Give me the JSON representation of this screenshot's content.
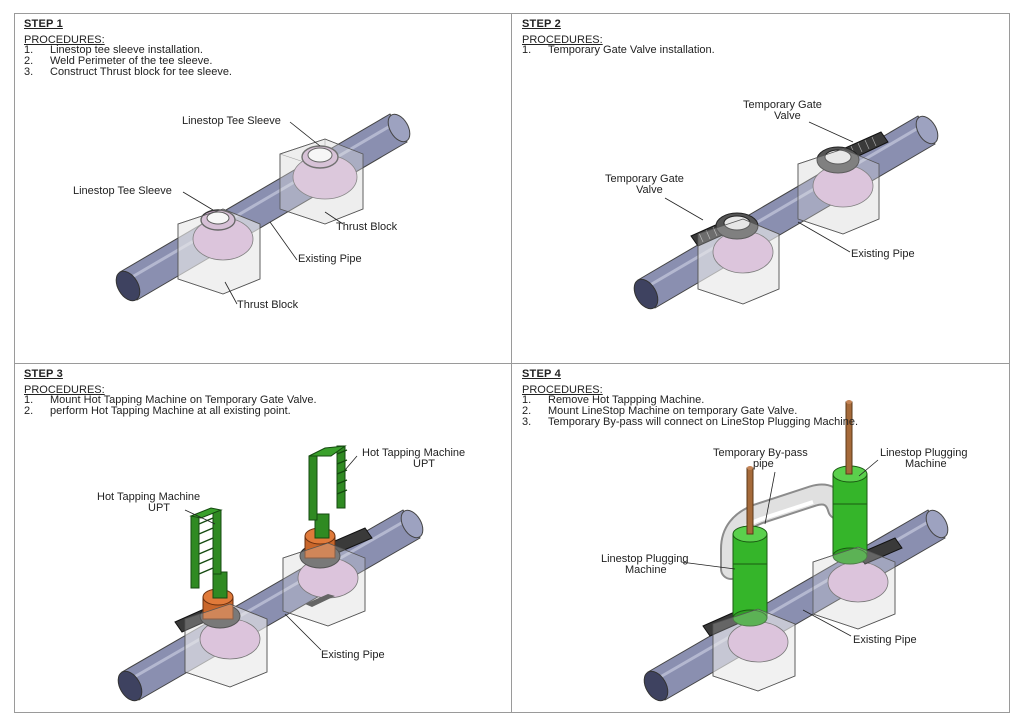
{
  "steps": [
    {
      "title": "STEP 1",
      "procedures_heading": "PROCEDURES:",
      "procedures": [
        {
          "num": "1.",
          "text": "Linestop tee sleeve installation."
        },
        {
          "num": "2.",
          "text": "Weld Perimeter of the tee sleeve."
        },
        {
          "num": "3.",
          "text": "Construct Thrust block for tee sleeve."
        }
      ],
      "labels": {
        "tee_sleeve_upper": "Linestop Tee Sleeve",
        "tee_sleeve_lower": "Linestop Tee Sleeve",
        "thrust_block_right": "Thrust Block",
        "existing_pipe": "Existing Pipe",
        "thrust_block_bottom": "Thrust Block"
      }
    },
    {
      "title": "STEP 2",
      "procedures_heading": "PROCEDURES:",
      "procedures": [
        {
          "num": "1.",
          "text": "Temporary Gate Valve installation."
        }
      ],
      "labels": {
        "gate_valve_upper_1": "Temporary Gate",
        "gate_valve_upper_2": "Valve",
        "gate_valve_lower_1": "Temporary Gate",
        "gate_valve_lower_2": "Valve",
        "existing_pipe": "Existing Pipe"
      }
    },
    {
      "title": "STEP 3",
      "procedures_heading": "PROCEDURES:",
      "procedures": [
        {
          "num": "1.",
          "text": "Mount Hot Tapping Machine on Temporary Gate Valve."
        },
        {
          "num": "2.",
          "text": "perform Hot Tapping Machine at all existing point."
        }
      ],
      "labels": {
        "htm_right_1": "Hot Tapping Machine",
        "htm_right_2": "UPT",
        "htm_left_1": "Hot Tapping Machine",
        "htm_left_2": "UPT",
        "existing_pipe": "Existing Pipe"
      }
    },
    {
      "title": "STEP 4",
      "procedures_heading": "PROCEDURES:",
      "procedures": [
        {
          "num": "1.",
          "text": "Remove Hot Tappping Machine."
        },
        {
          "num": "2.",
          "text": "Mount LineStop Machine on temporary Gate Valve."
        },
        {
          "num": "3.",
          "text": "Temporary By-pass will connect on LineStop Plugging Machine."
        }
      ],
      "labels": {
        "bypass_1": "Temporary By-pass",
        "bypass_2": "pipe",
        "plug_right_1": "Linestop Plugging",
        "plug_right_2": "Machine",
        "plug_left_1": "Linestop Plugging",
        "plug_left_2": "Machine",
        "existing_pipe": "Existing Pipe"
      }
    }
  ],
  "colors": {
    "pipe": "#8a8fb0",
    "pipe_dark": "#5d6283",
    "sleeve": "#d8b8d8",
    "block": "#eeeeee",
    "valve": "#3a3a3a",
    "machine_green": "#2f8a22",
    "machine_orange": "#c9662a",
    "plug_green": "#35b52a",
    "rod": "#a56a3a",
    "bypass": "#d4d4d4"
  }
}
